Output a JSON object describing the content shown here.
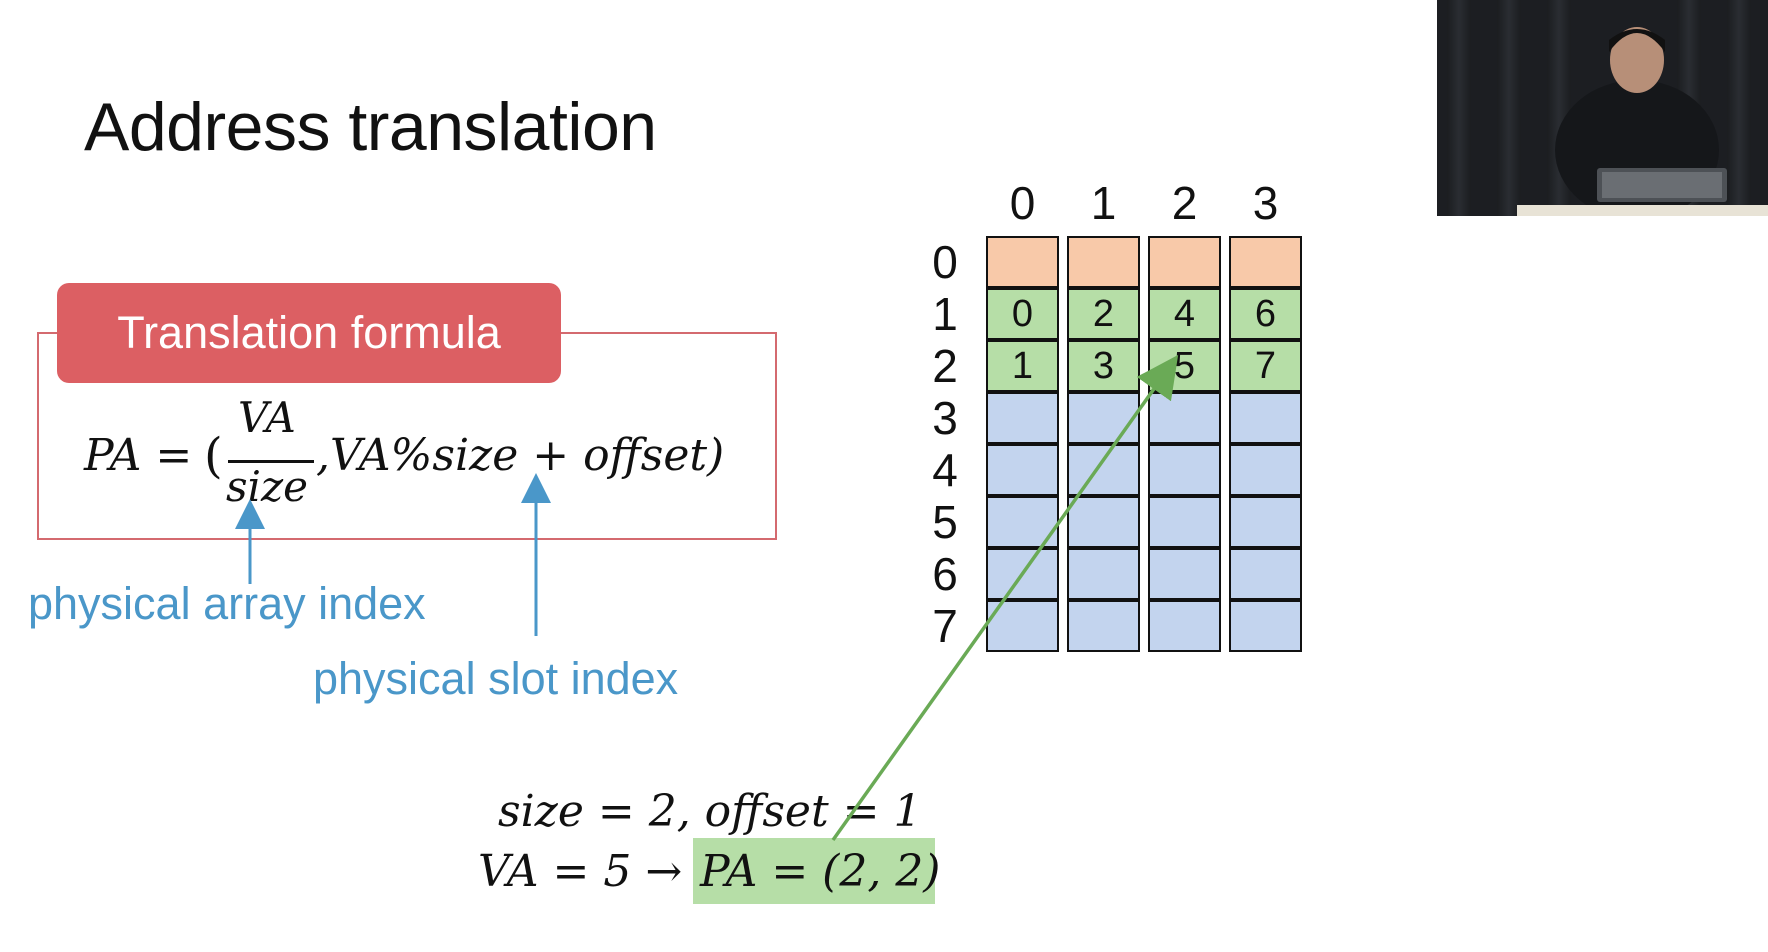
{
  "title": "Address translation",
  "formula_box": {
    "tag": "Translation formula",
    "lhs": "PA = ",
    "paren_open": "(",
    "numerator": "VA",
    "denominator": "size",
    "rest": ",VA%size + offset)"
  },
  "annotations": {
    "array_index": "physical array index",
    "slot_index": "physical slot index"
  },
  "example": {
    "line1": "size = 2, offset = 1",
    "line2_left": "VA = 5 → ",
    "line2_result": "PA = (2, 2)"
  },
  "grid": {
    "col_labels": [
      "0",
      "1",
      "2",
      "3"
    ],
    "row_labels": [
      "0",
      "1",
      "2",
      "3",
      "4",
      "5",
      "6",
      "7"
    ],
    "cells": [
      [
        "",
        "",
        "",
        ""
      ],
      [
        "0",
        "2",
        "4",
        "6"
      ],
      [
        "1",
        "3",
        "5",
        "7"
      ],
      [
        "",
        "",
        "",
        ""
      ],
      [
        "",
        "",
        "",
        ""
      ],
      [
        "",
        "",
        "",
        ""
      ],
      [
        "",
        "",
        "",
        ""
      ],
      [
        "",
        "",
        "",
        ""
      ]
    ],
    "row_colors": [
      "#f8c9a9",
      "#b6dea7",
      "#b6dea7",
      "#c3d4ee",
      "#c3d4ee",
      "#c3d4ee",
      "#c3d4ee",
      "#c3d4ee"
    ]
  },
  "colors": {
    "accent_red": "#dc5f63",
    "annotation_blue": "#4a97c9",
    "arrow_green": "#6aaa56",
    "highlight_green": "#b6dea7"
  }
}
